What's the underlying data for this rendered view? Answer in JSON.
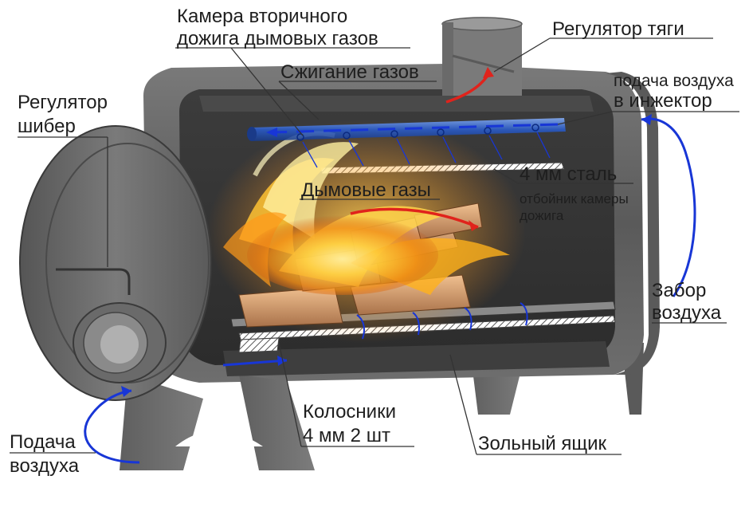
{
  "labels": {
    "secondary_chamber_line1": "Камера вторичного",
    "secondary_chamber_line2": "дожига дымовых газов",
    "draft_regulator": "Регулятор тяги",
    "gas_burning": "Сжигание газов",
    "damper_line1": "Регулятор",
    "damper_line2": "шибер",
    "injector_air_line1": "подача воздуха",
    "injector_air_line2": "в инжектор",
    "steel_4mm": "4 мм сталь",
    "deflector_line1": "отбойник камеры",
    "deflector_line2": "дожига",
    "flue_gases": "Дымовые газы",
    "air_intake_line1": "Забор",
    "air_intake_line2": "воздуха",
    "grates_line1": "Колосники",
    "grates_line2": "4 мм 2 шт",
    "ash_box": "Зольный ящик",
    "air_supply_line1": "Подача",
    "air_supply_line2": "воздуха"
  },
  "colors": {
    "body_dark": "#4e4e4e",
    "body_mid": "#6c6c6c",
    "body_light": "#8a8a8a",
    "interior": "#3a3a3a",
    "flame_core": "#fff4a8",
    "flame_mid": "#ffb21c",
    "flame_outer": "#e2560f",
    "blue_arrow": "#1836d6",
    "red_arrow": "#e0231c",
    "injector_tube": "#2a6ad8"
  }
}
